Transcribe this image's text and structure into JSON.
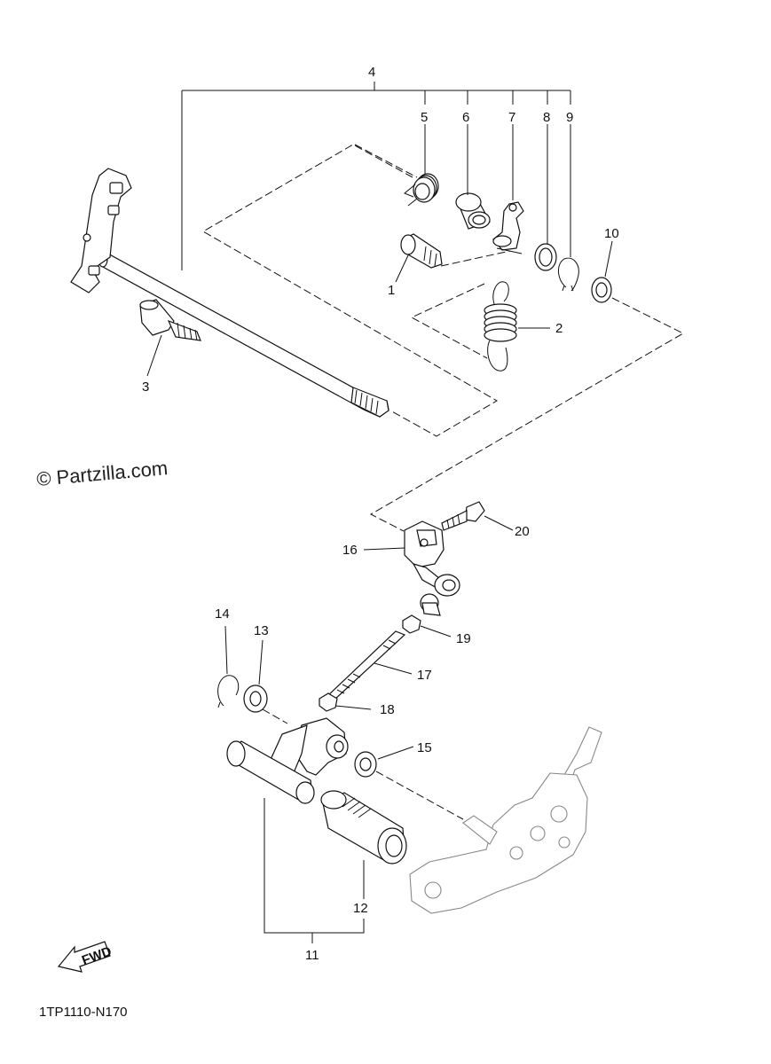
{
  "watermark": "© Partzilla.com",
  "diagram_code": "1TP1110-N170",
  "fwd_label": "FWD",
  "callouts": {
    "c1": "1",
    "c2": "2",
    "c3": "3",
    "c4": "4",
    "c5": "5",
    "c6": "6",
    "c7": "7",
    "c8": "8",
    "c9": "9",
    "c10": "10",
    "c11": "11",
    "c12": "12",
    "c13": "13",
    "c14": "14",
    "c15": "15",
    "c16": "16",
    "c17": "17",
    "c18": "18",
    "c19": "19",
    "c20": "20"
  }
}
